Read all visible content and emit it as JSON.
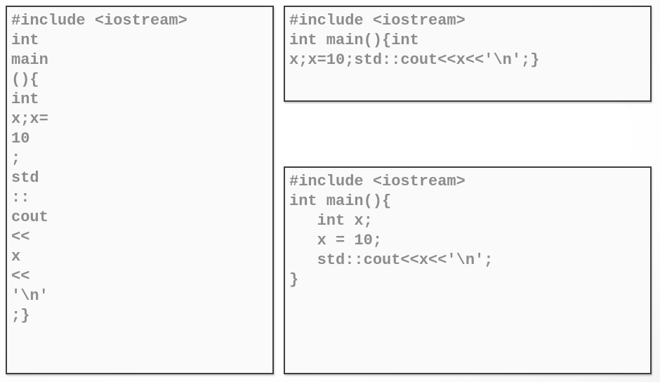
{
  "colors": {
    "text": "#8c8c8c",
    "panel_border": "#3f3f3f",
    "panel_background": "#fafafa",
    "page_background_center": "#ffffff",
    "page_background_edge": "#e4e4e4"
  },
  "panels": [
    {
      "id": "left-vertical-code",
      "lines": [
        "#include <iostream>",
        "int",
        "main",
        "(){",
        "int",
        "x;x=",
        "10",
        ";",
        "std",
        "::",
        "cout",
        "<<",
        "x",
        "<<",
        "'\\n'",
        ";}"
      ]
    },
    {
      "id": "top-right-compact-code",
      "lines": [
        "#include <iostream>",
        "int main(){int",
        "x;x=10;std::cout<<x<<'\\n';}"
      ]
    },
    {
      "id": "bottom-right-formatted-code",
      "lines": [
        "#include <iostream>",
        "int main(){",
        "   int x;",
        "   x = 10;",
        "   std::cout<<x<<'\\n';",
        "}"
      ]
    }
  ]
}
